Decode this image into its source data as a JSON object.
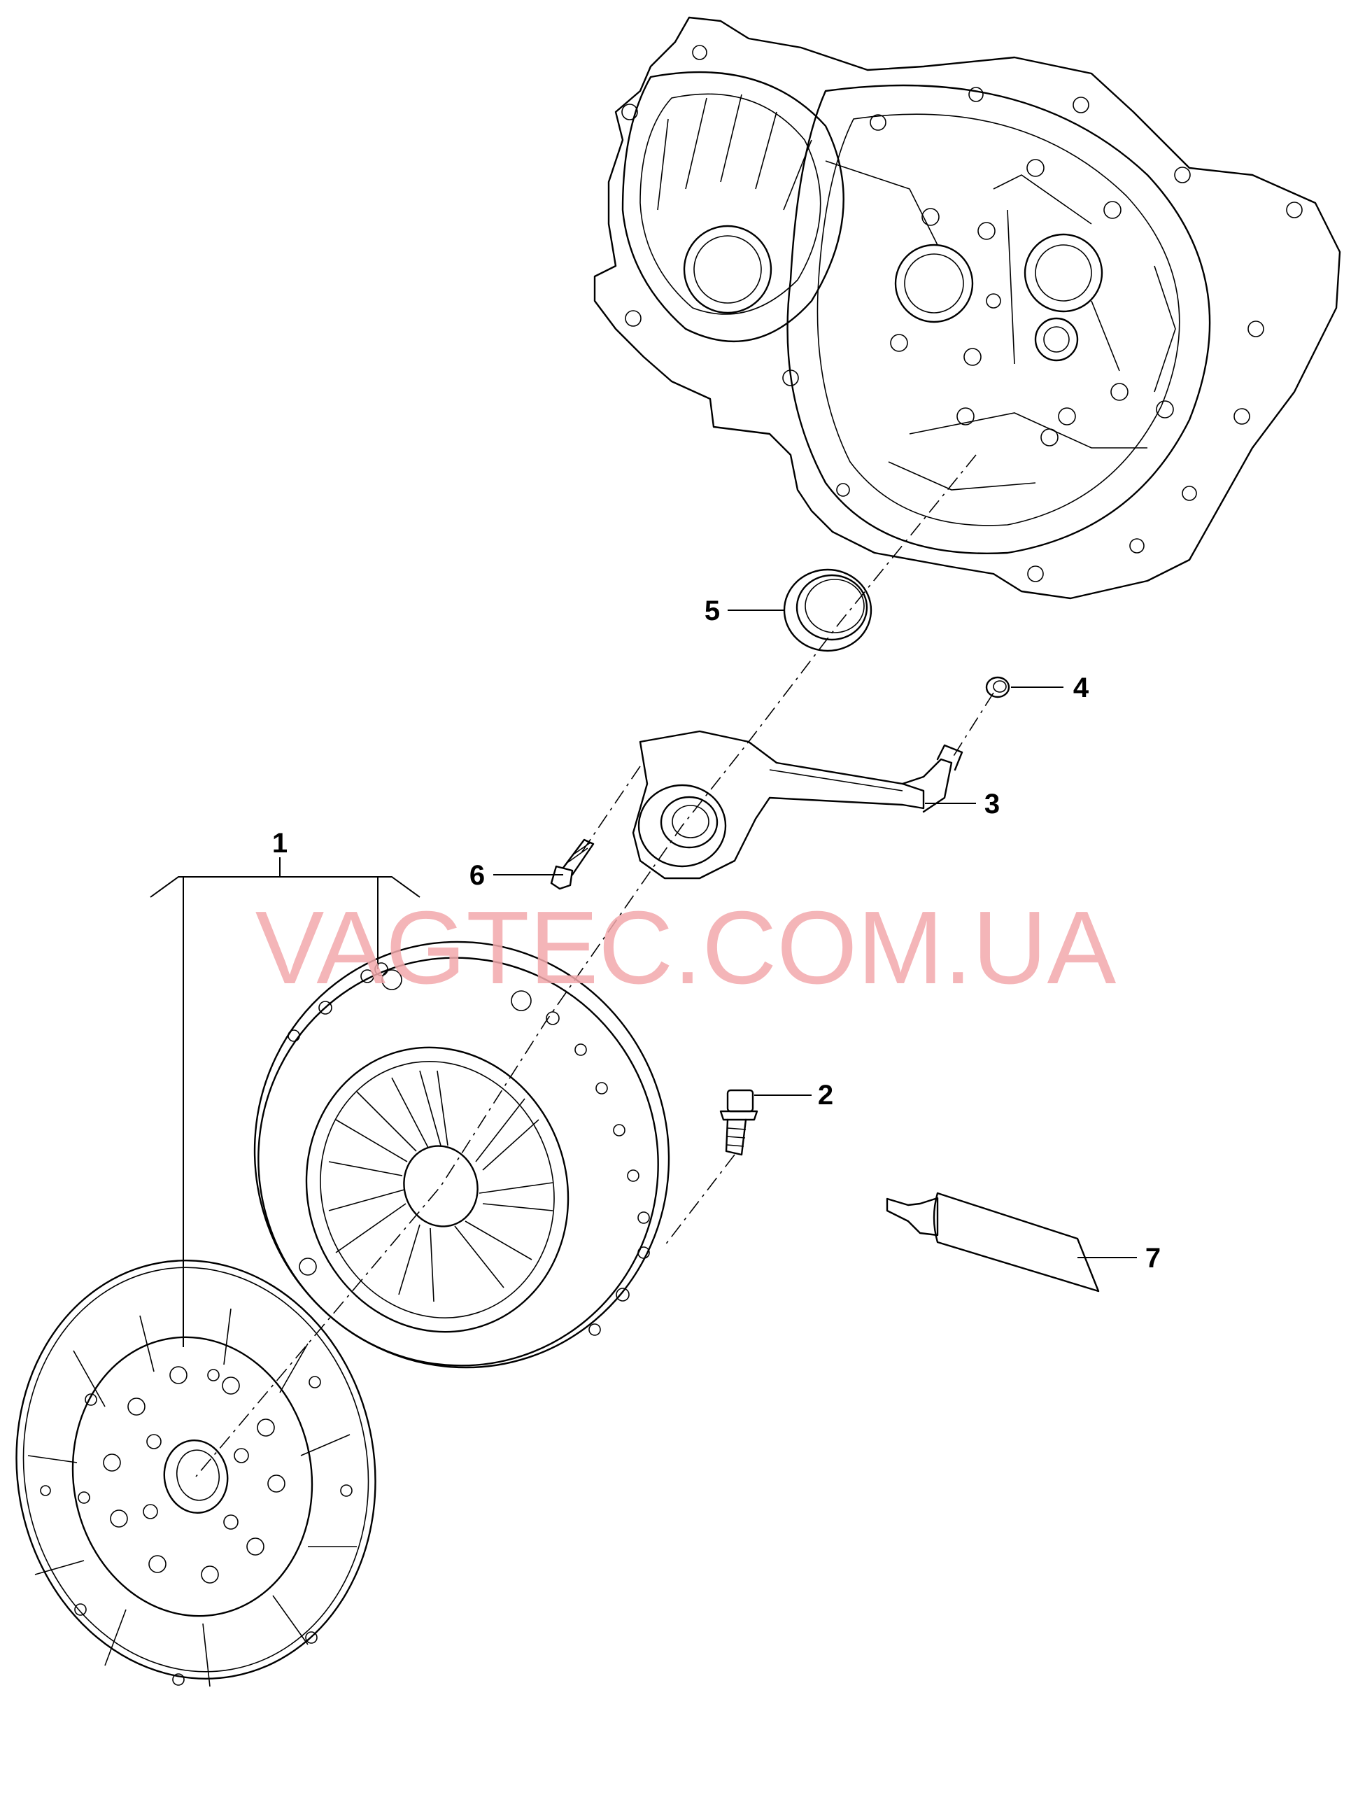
{
  "watermark": "VAGTEC.COM.UA",
  "callouts": [
    {
      "id": "1",
      "label": "1"
    },
    {
      "id": "2",
      "label": "2"
    },
    {
      "id": "3",
      "label": "3"
    },
    {
      "id": "4",
      "label": "4"
    },
    {
      "id": "5",
      "label": "5"
    },
    {
      "id": "6",
      "label": "6"
    },
    {
      "id": "7",
      "label": "7"
    }
  ],
  "parts": [
    {
      "name": "gearbox-housing",
      "icon": "gearbox-housing-icon"
    },
    {
      "name": "clutch-pressure-plate",
      "icon": "pressure-plate-icon"
    },
    {
      "name": "clutch-disc",
      "icon": "clutch-disc-icon"
    },
    {
      "name": "release-bearing-slave-cylinder",
      "icon": "slave-cylinder-icon"
    },
    {
      "name": "oil-seal",
      "icon": "seal-ring-icon"
    },
    {
      "name": "bolt-2",
      "icon": "bolt-icon"
    },
    {
      "name": "bolt-6",
      "icon": "bolt-icon"
    },
    {
      "name": "bleeder-cap",
      "icon": "cap-icon"
    },
    {
      "name": "grease-tube",
      "icon": "tube-icon"
    }
  ],
  "colors": {
    "line": "#000000",
    "watermark": "#f3a9ac",
    "background": "#ffffff"
  }
}
